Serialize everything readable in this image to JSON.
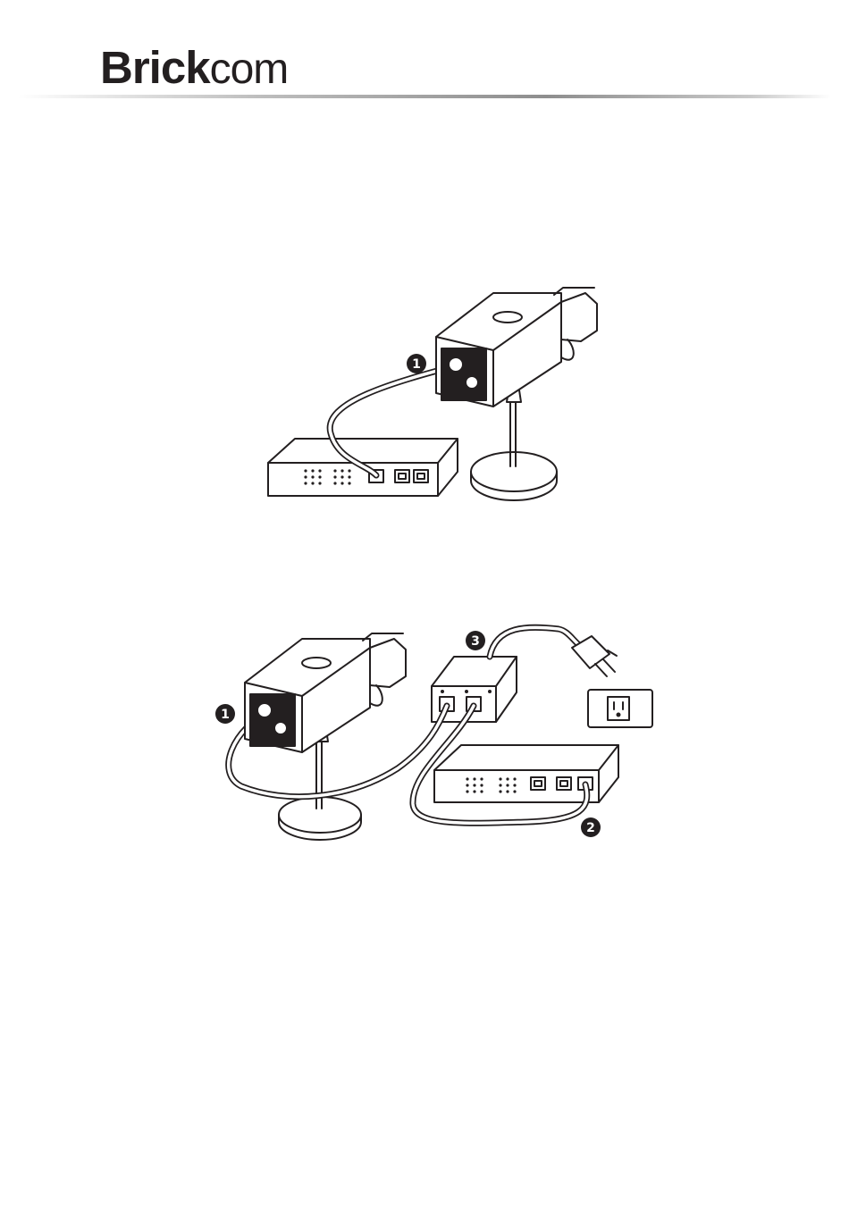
{
  "header": {
    "logo_bold": "Brick",
    "logo_light": "com"
  },
  "figure1": {
    "callouts": [
      "1"
    ]
  },
  "figure2": {
    "callouts": [
      "1",
      "2",
      "3"
    ]
  },
  "colors": {
    "ink": "#231f20",
    "rule": "#9a9a9a"
  },
  "icons": [
    "camera-icon",
    "network-switch-icon",
    "poe-injector-icon",
    "power-plug-icon",
    "wall-outlet-icon"
  ]
}
